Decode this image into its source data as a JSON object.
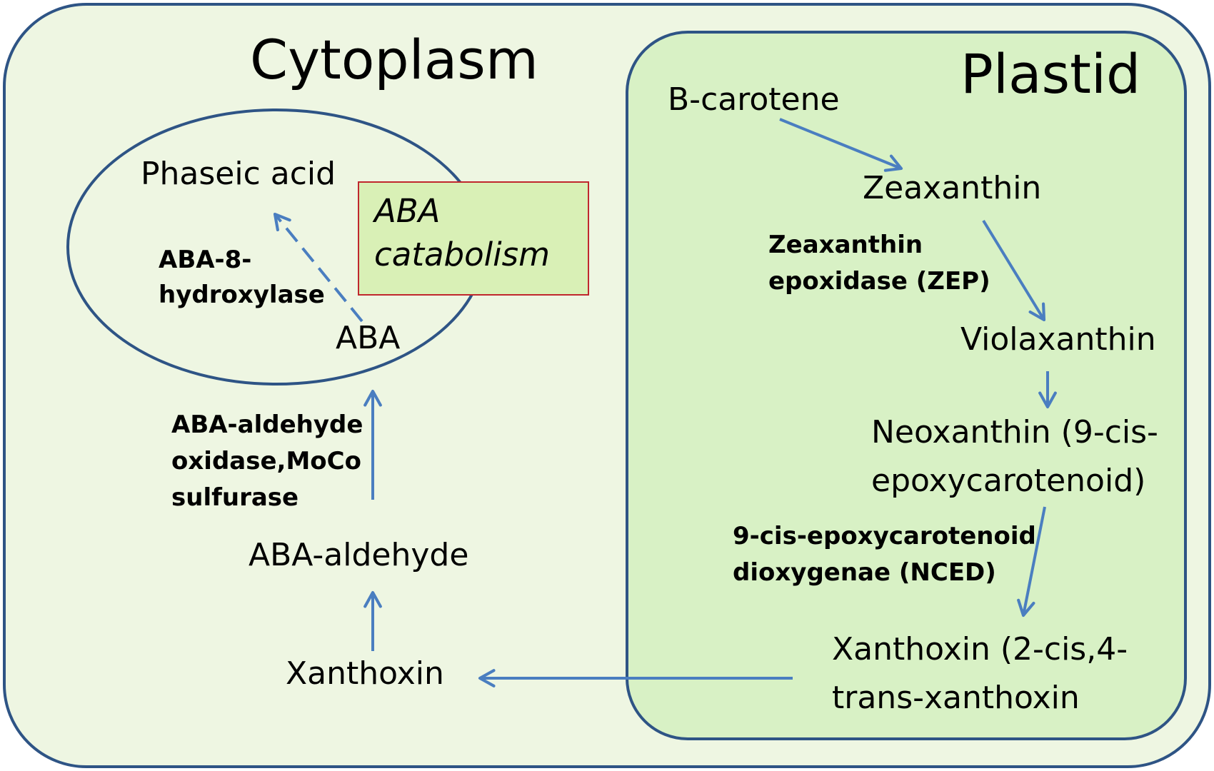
{
  "compartments": {
    "cytoplasm": "Cytoplasm",
    "plastid": "Plastid"
  },
  "catabolism_box": {
    "label": "ABA\ncatabolism"
  },
  "compounds": {
    "phaseic_acid": "Phaseic acid",
    "aba": "ABA",
    "aba_aldehyde": "ABA-aldehyde",
    "xanthoxin_cyto": "Xanthoxin",
    "b_carotene": "B-carotene",
    "zeaxanthin": "Zeaxanthin",
    "violaxanthin": "Violaxanthin",
    "neoxanthin": "Neoxanthin (9-cis-\nepoxycarotenoid)",
    "xanthoxin_plastid": "Xanthoxin (2-cis,4-\ntrans-xanthoxin"
  },
  "enzymes": {
    "aba_8_hydroxylase": "ABA-8-\nhydroxylase",
    "aba_aldehyde_oxidase": "ABA-aldehyde\noxidase,MoCo\nsulfurase",
    "zep": "Zeaxanthin\nepoxidase (ZEP)",
    "nced": "9-cis-epoxycarotenoid\ndioxygenae (NCED)"
  },
  "colors": {
    "cytoplasm_fill": "#eef6e2",
    "plastid_fill": "#d8f1c5",
    "outline": "#2e5485",
    "arrow": "#4a7ec0",
    "catabolism_fill": "#d9f0b6",
    "catabolism_border": "#c0272d"
  }
}
